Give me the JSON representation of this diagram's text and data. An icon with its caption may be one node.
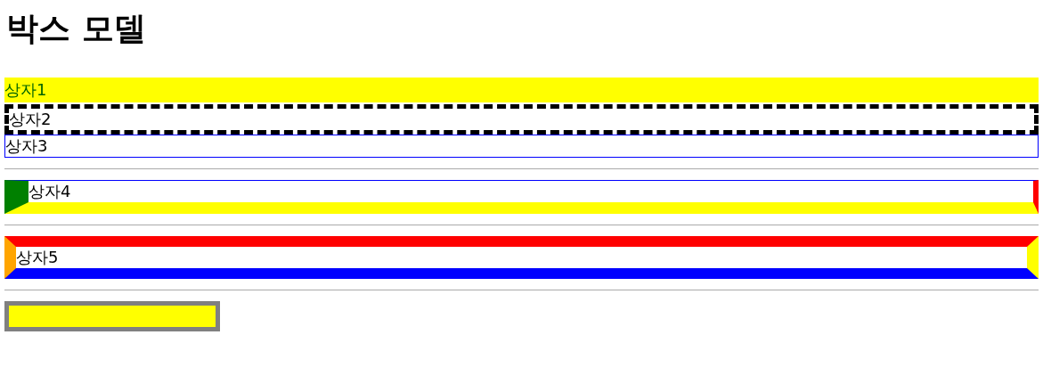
{
  "diagram": {
    "title": "박스 모델",
    "nodes": [
      {
        "text": [
          "상자1"
        ]
      },
      {
        "text": [
          "상자2"
        ]
      },
      {
        "text": [
          "상자3"
        ]
      },
      {
        "text": [
          "상자4"
        ]
      },
      {
        "text": [
          "상자5"
        ]
      },
      {
        "text": [],
        "shape": "box"
      }
    ],
    "edges": []
  }
}
